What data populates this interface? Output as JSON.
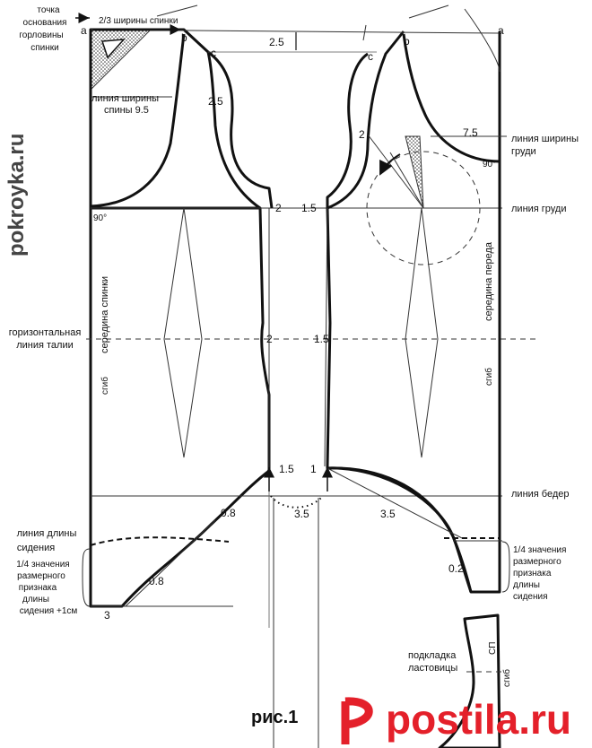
{
  "watermark_left": "pokroyka.ru",
  "neck_point_label": [
    "точка",
    "основания",
    "горловины",
    "спинки"
  ],
  "two_thirds_label": "2/3 ширины спинки",
  "back_width_label": [
    "линия ширины",
    "спины 9.5"
  ],
  "chest_width_label": [
    "линия ширины",
    "груди"
  ],
  "bust_line_label": "линия груди",
  "waist_label": [
    "горизонтальная",
    "линия талии"
  ],
  "hip_label": "линия бедер",
  "seat_length_label": [
    "линия длины",
    "сидения"
  ],
  "quarter_back_label": [
    "1/4 значения",
    "размерного",
    "признака",
    "длины",
    "сидения +1см"
  ],
  "quarter_front_label": [
    "1/4 значения",
    "размерного",
    "признака",
    "длины",
    "сидения"
  ],
  "center_back_label": "середина спинки",
  "center_front_label": "середина переда",
  "fold_back": "сгиб",
  "fold_front": "сгиб",
  "gusset_label": [
    "подкладка",
    "ластовицы"
  ],
  "gusset_sp": "СП",
  "gusset_fold": "сгиб",
  "figure_caption": "рис.1",
  "brand_watermark": "postila.ru",
  "point_a_left": "a",
  "point_b_left": "b",
  "point_c_left": "c",
  "point_a_right": "a",
  "point_b_right": "b",
  "point_c_right": "c",
  "angle_back": "90°",
  "angle_front": "90°",
  "m_2_5_top": "2.5",
  "m_2_5_armhole": "2.5",
  "m_7_5": "7.5",
  "m_2_front": "2",
  "m_2_bust": "2",
  "m_1_5_bust": "1.5",
  "m_2_waist": "2",
  "m_1_5_waist": "1.5",
  "m_1_5_hip": "1.5",
  "m_1_hip": "1",
  "m_3_5_center": "3.5",
  "m_3_5_front": "3.5",
  "m_0_8_a": "0.8",
  "m_0_8_b": "0.8",
  "m_0_2": "0.2",
  "m_3": "3"
}
